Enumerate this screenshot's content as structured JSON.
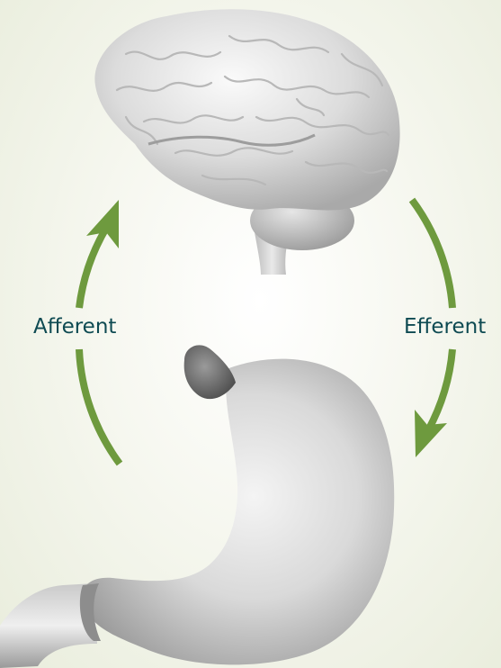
{
  "labels": {
    "afferent": "Afferent",
    "efferent": "Efferent"
  },
  "colors": {
    "arrow": "#6e9a3e",
    "label_text": "#0e4a52",
    "background": "#eef1e3"
  },
  "organs": [
    "brain",
    "stomach"
  ]
}
